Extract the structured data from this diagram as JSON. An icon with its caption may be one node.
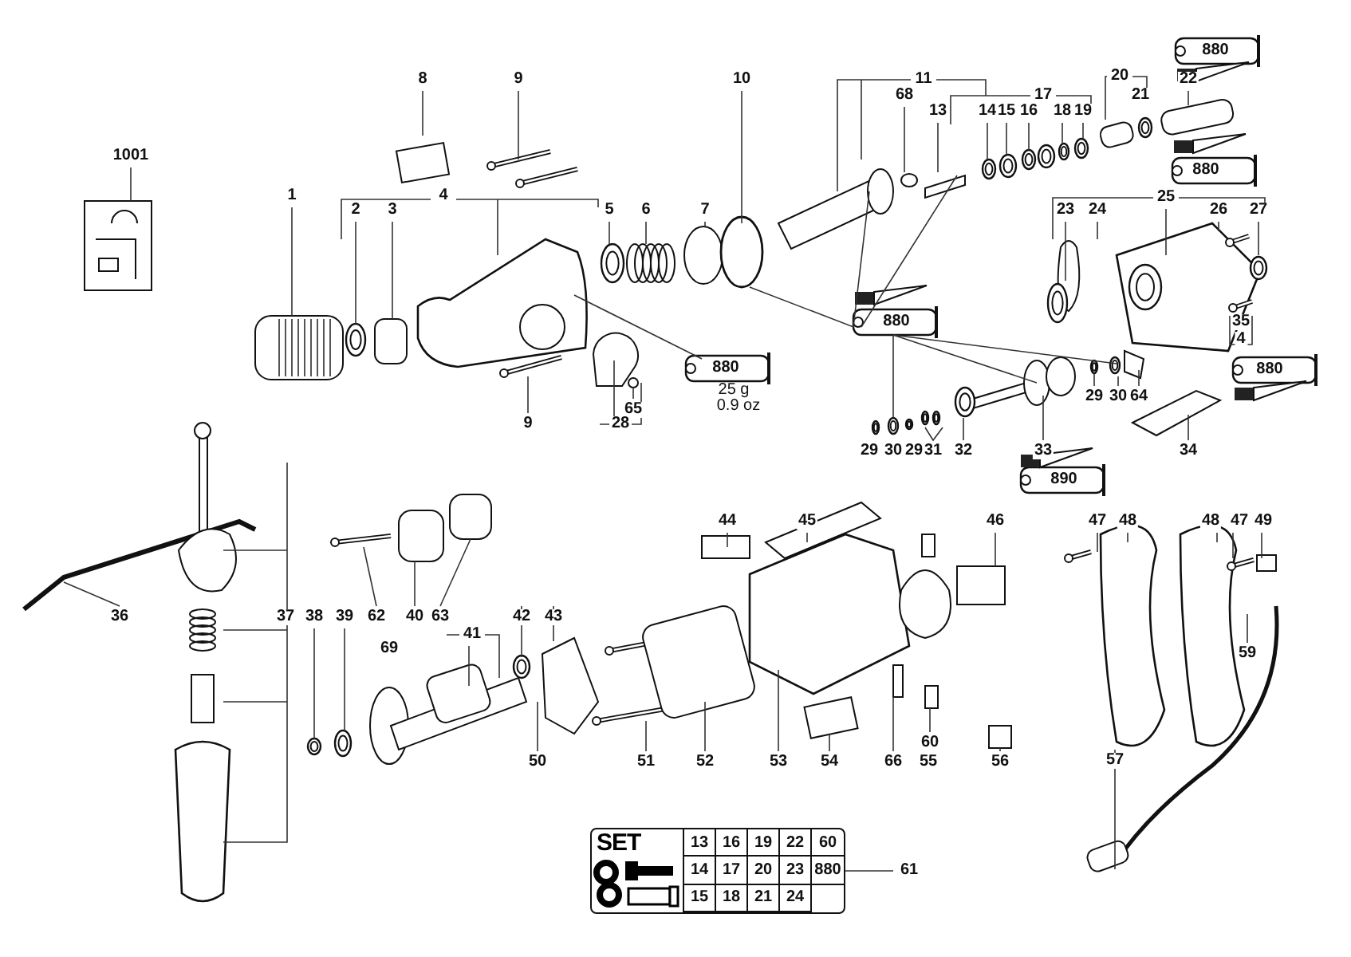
{
  "diagram": {
    "labels": [
      "880",
      "8",
      "9",
      "10",
      "11",
      "20",
      "22",
      "68",
      "17",
      "21",
      "13",
      "14",
      "15",
      "16",
      "18",
      "19",
      "1001",
      "880",
      "1",
      "4",
      "25",
      "2",
      "3",
      "5",
      "6",
      "7",
      "23",
      "24",
      "26",
      "27",
      "880",
      "35",
      "4",
      "880",
      "880",
      "25 g",
      "0.9 oz",
      "29",
      "30",
      "64",
      "65",
      "9",
      "28",
      "29",
      "30",
      "29",
      "31",
      "32",
      "33",
      "34",
      "890",
      "44",
      "45",
      "46",
      "47",
      "48",
      "48",
      "47",
      "49",
      "36",
      "37",
      "38",
      "39",
      "62",
      "40",
      "63",
      "42",
      "43",
      "41",
      "69",
      "59",
      "60",
      "50",
      "51",
      "52",
      "53",
      "54",
      "66",
      "55",
      "56",
      "57",
      "SET",
      "13",
      "16",
      "19",
      "22",
      "60",
      "14",
      "17",
      "20",
      "23",
      "880",
      "15",
      "18",
      "21",
      "24",
      "61"
    ]
  }
}
